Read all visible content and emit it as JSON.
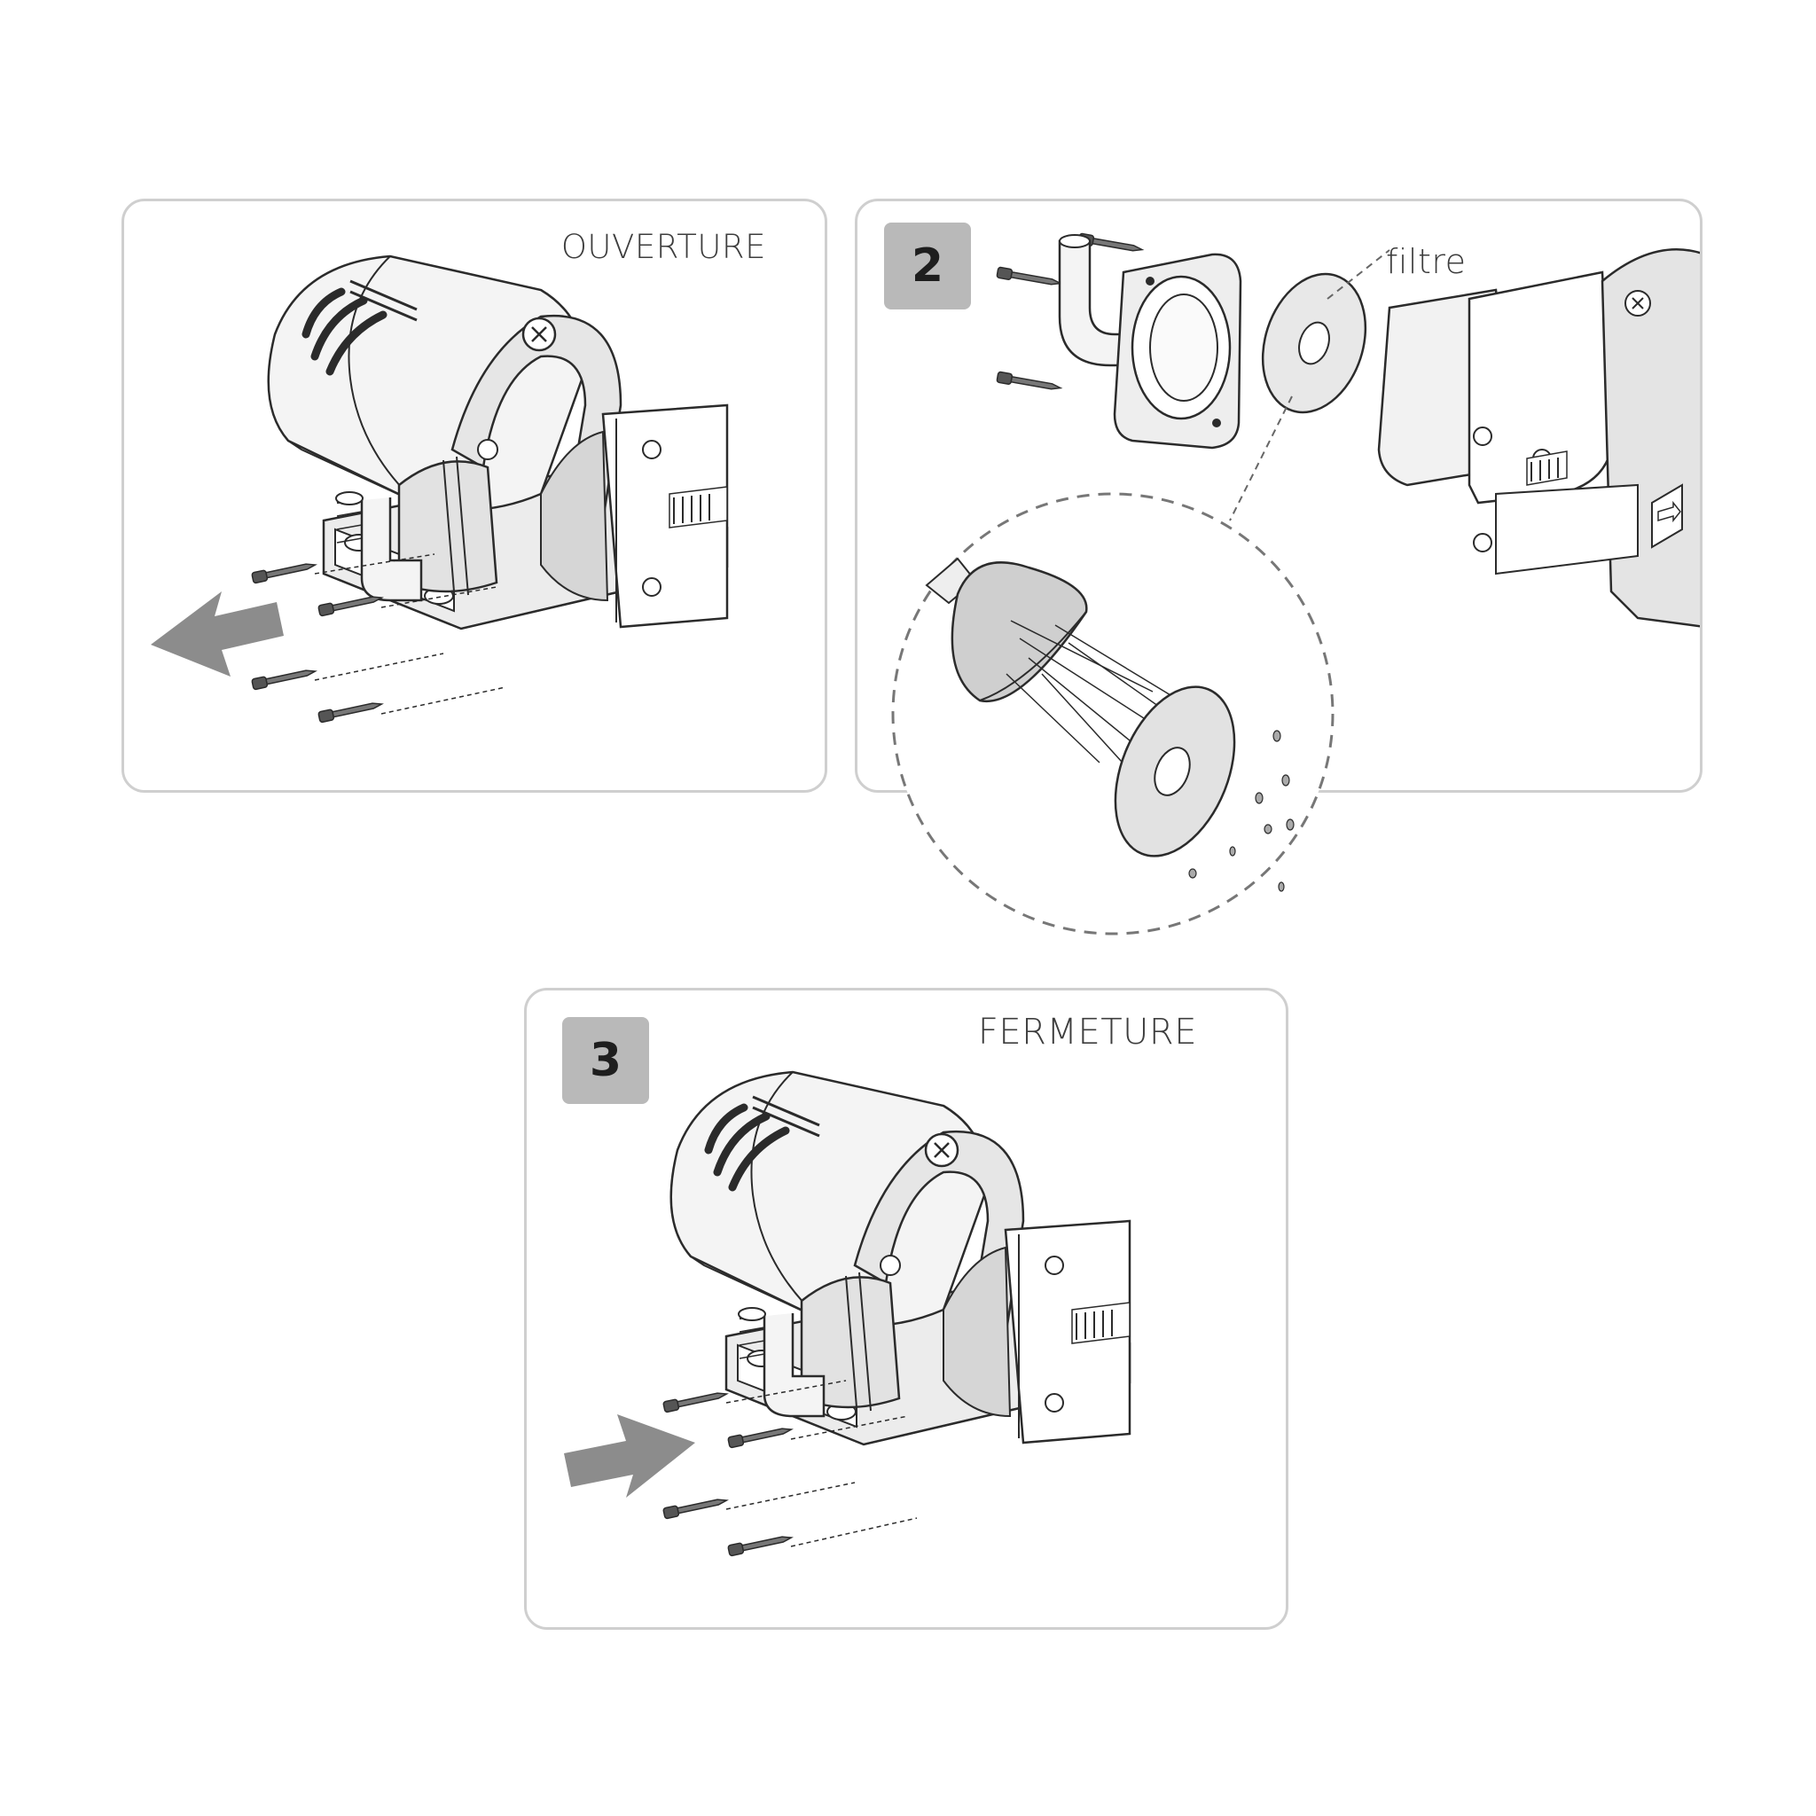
{
  "step1": {
    "title": "OUVERTURE"
  },
  "step2": {
    "number": "2",
    "part_label": "filtre"
  },
  "step3": {
    "number": "3",
    "title": "FERMETURE"
  },
  "colors": {
    "panel_border": "#cfcfcf",
    "badge_fill": "#b9b9b9",
    "arrow_fill": "#8c8c8c",
    "shading": "#d9d9d9",
    "line": "#2b2b2b"
  }
}
